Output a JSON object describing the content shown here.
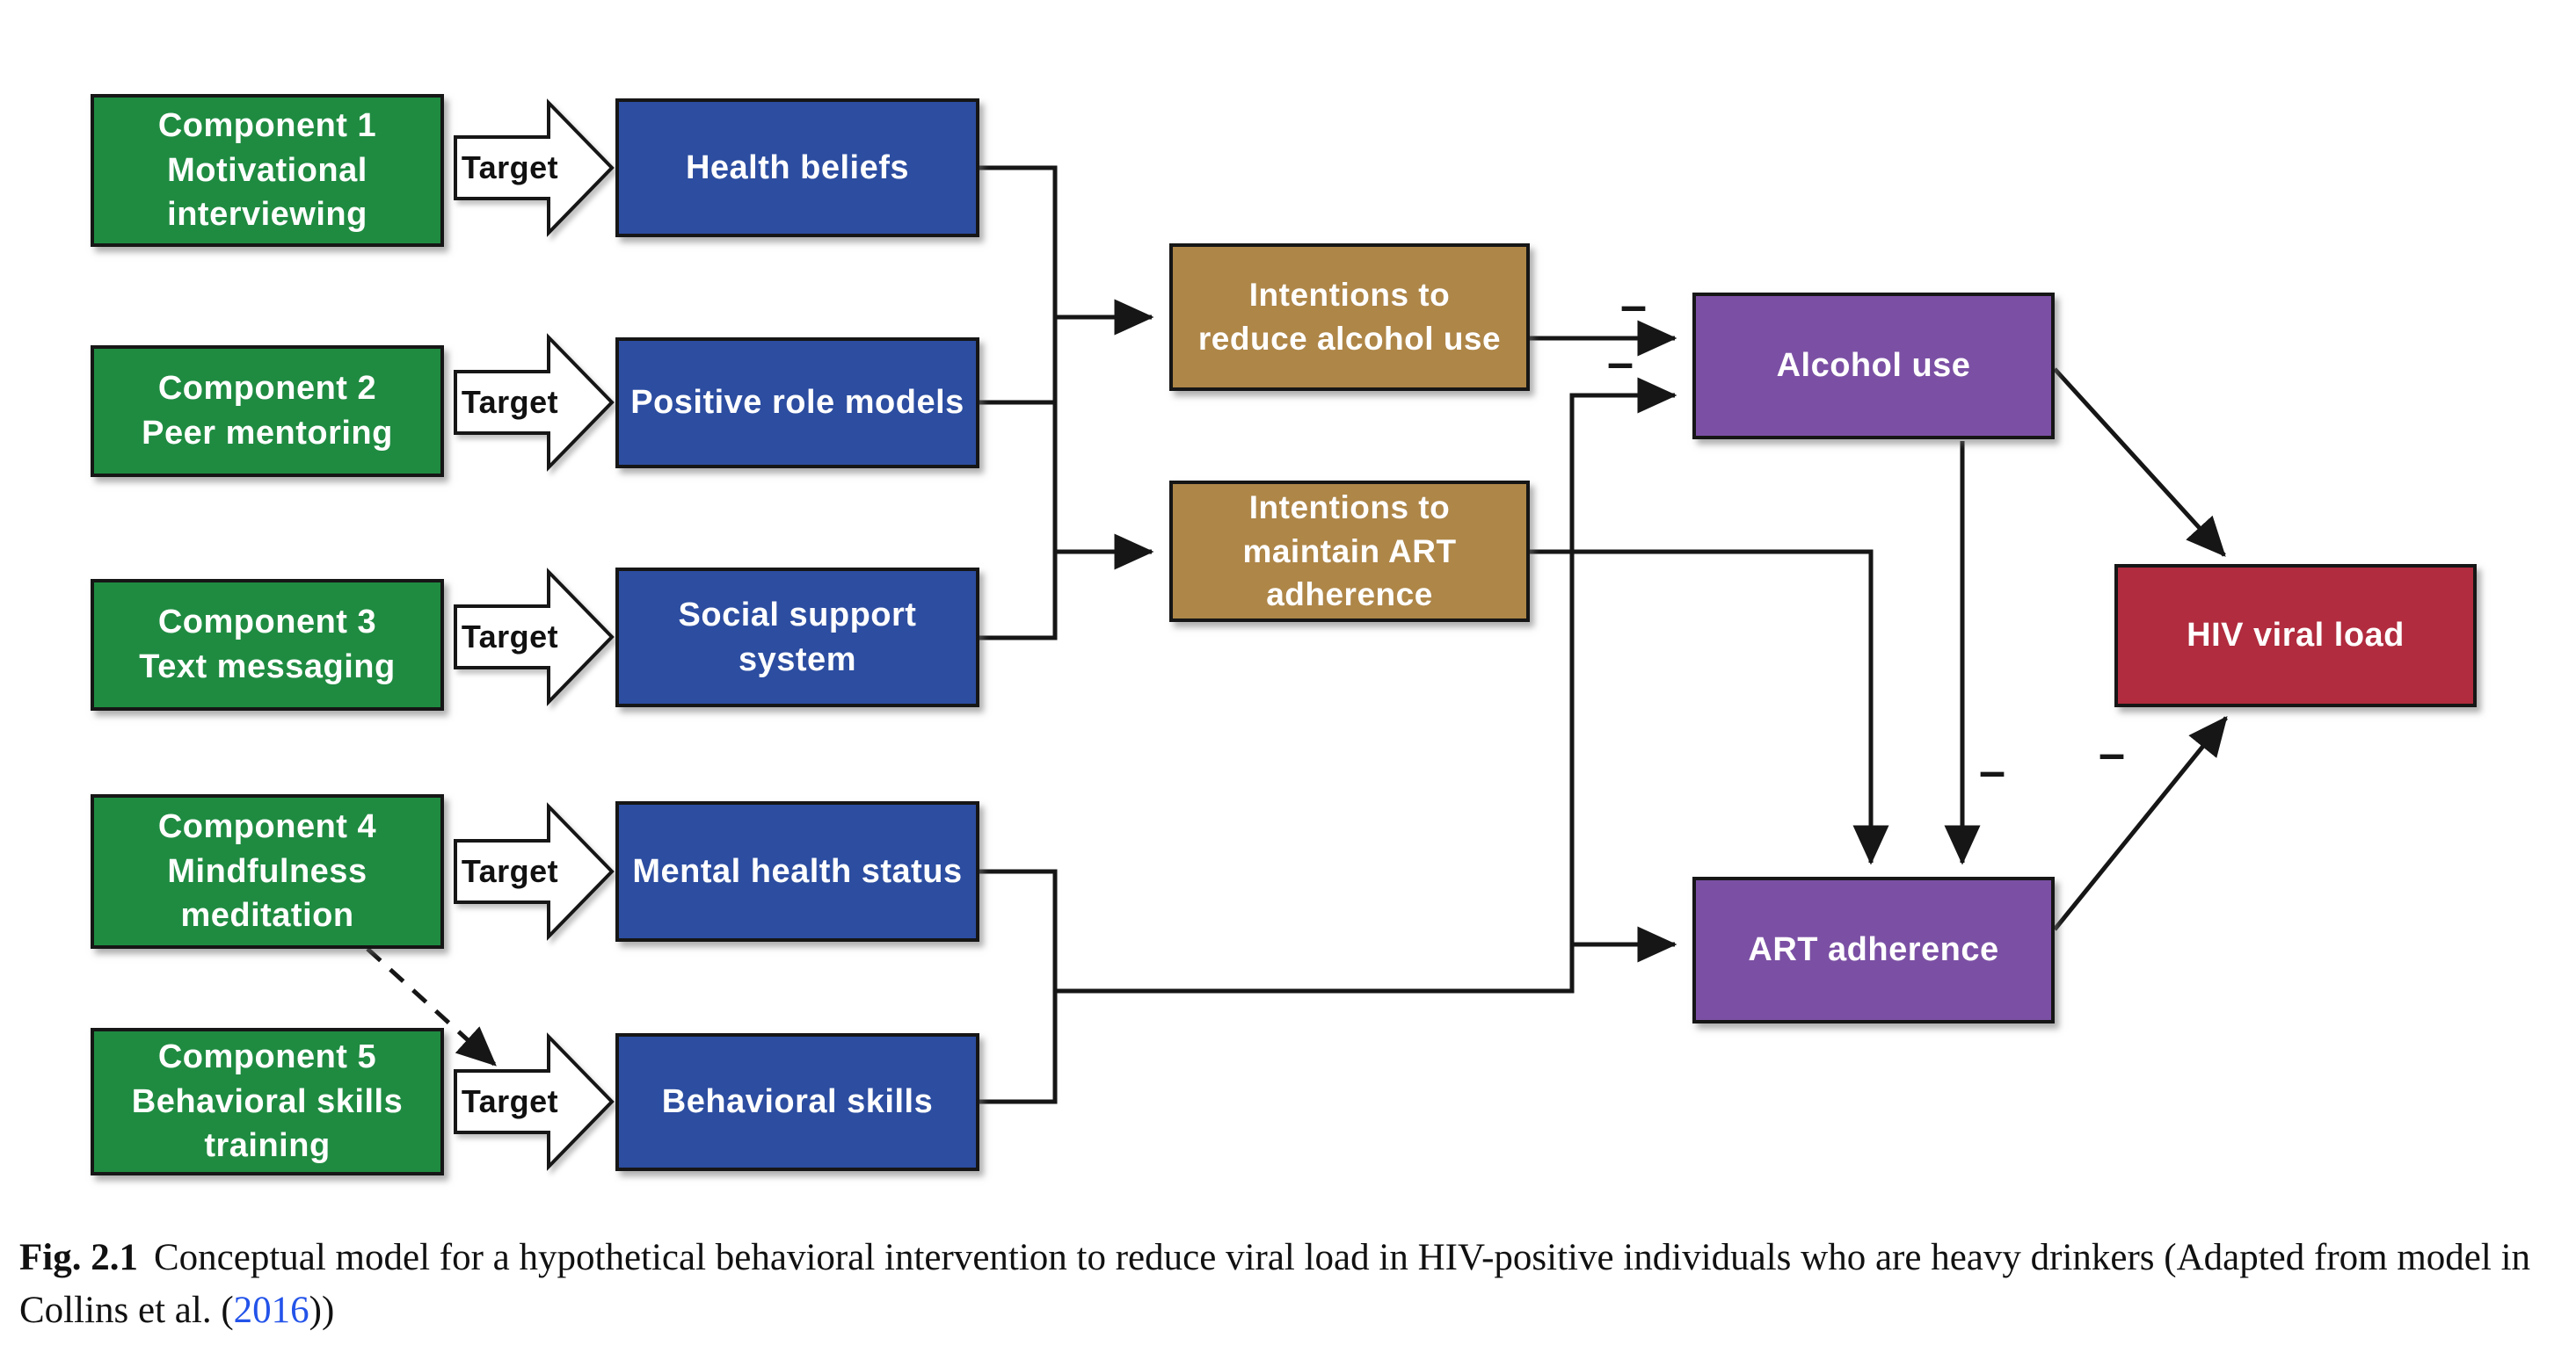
{
  "minus": "–",
  "target_label": "Target",
  "colors": {
    "component_green": "#1f8b41",
    "mediator_blue": "#2c4da0",
    "intention_gold": "#ae8648",
    "behavior_purple": "#7b50a4",
    "outcome_red": "#b02c3e",
    "connector_black": "#161616",
    "link_blue": "#2353e9"
  },
  "nodes": {
    "component1": {
      "lines": [
        "Component 1",
        "Motivational",
        "interviewing"
      ]
    },
    "component2": {
      "lines": [
        "Component 2",
        "Peer mentoring"
      ]
    },
    "component3": {
      "lines": [
        "Component 3",
        "Text messaging"
      ]
    },
    "component4": {
      "lines": [
        "Component 4",
        "Mindfulness",
        "meditation"
      ]
    },
    "component5": {
      "lines": [
        "Component 5",
        "Behavioral skills",
        "training"
      ]
    },
    "health_beliefs": {
      "lines": [
        "Health beliefs"
      ]
    },
    "positive_role_models": {
      "lines": [
        "Positive role models"
      ]
    },
    "social_support": {
      "lines": [
        "Social support",
        "system"
      ]
    },
    "mental_health": {
      "lines": [
        "Mental health status"
      ]
    },
    "behavioral_skills": {
      "lines": [
        "Behavioral skills"
      ]
    },
    "intentions_reduce": {
      "lines": [
        "Intentions to",
        "reduce alcohol use"
      ]
    },
    "intentions_maintain": {
      "lines": [
        "Intentions to",
        "maintain ART",
        "adherence"
      ]
    },
    "alcohol_use": {
      "lines": [
        "Alcohol use"
      ]
    },
    "art_adherence": {
      "lines": [
        "ART adherence"
      ]
    },
    "hiv_viral_load": {
      "lines": [
        "HIV viral load"
      ]
    }
  },
  "caption": {
    "label": "Fig. 2.1",
    "text_before_link": "Conceptual model for a hypothetical behavioral intervention to reduce viral load in HIV-positive individuals who are heavy drinkers (Adapted from model in Collins et al. (",
    "link": "2016",
    "text_after_link": "))"
  }
}
